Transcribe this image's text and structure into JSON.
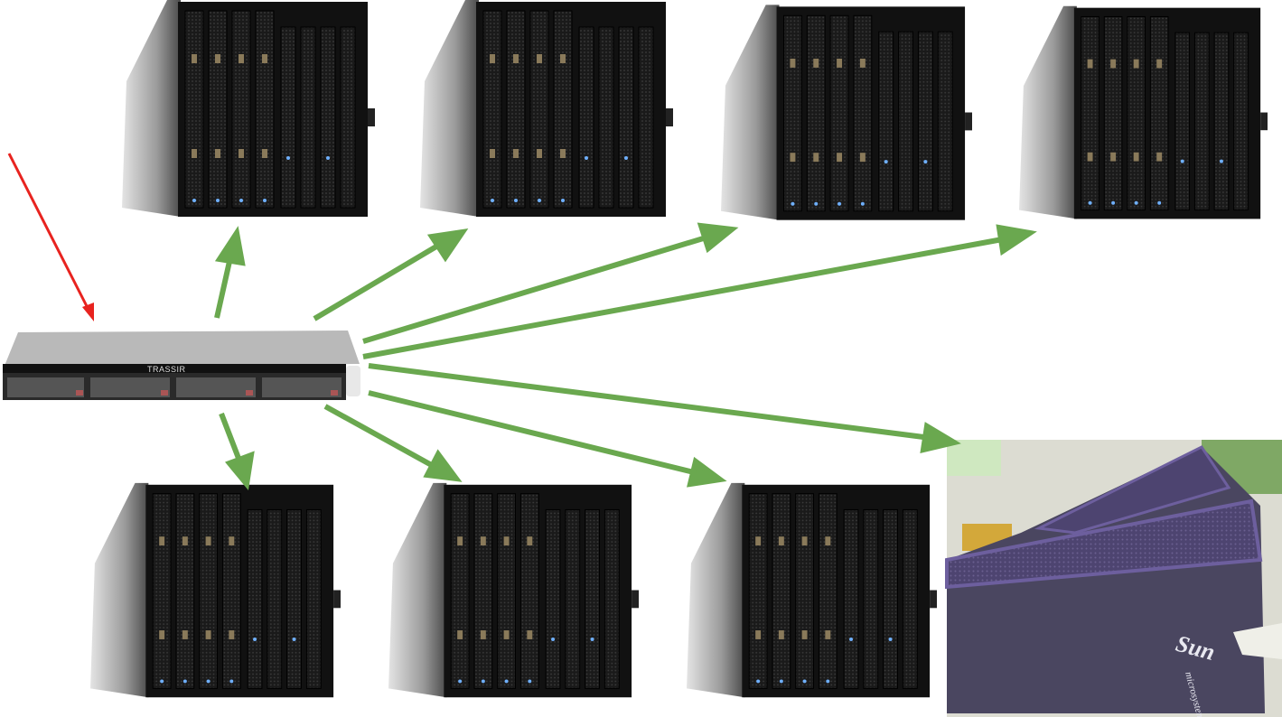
{
  "diagram": {
    "central_server": {
      "brand_label": "TRASSIR"
    },
    "target_photo": {
      "logo_text": "Sun",
      "logo_subtext": "microsystems"
    },
    "colors": {
      "arrow_green": "#6aa84f",
      "arrow_red": "#e8231f",
      "sun_purple": "#5a4f7a"
    },
    "blade_chassis_count": 7,
    "arrow_count": 8
  }
}
